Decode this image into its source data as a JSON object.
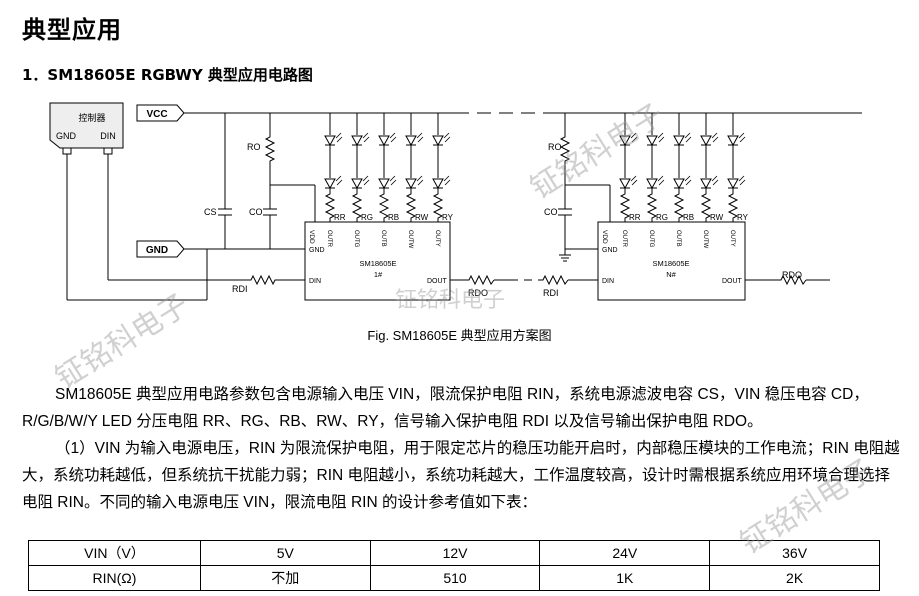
{
  "heading": "典型应用",
  "section_title": "1．SM18605E RGBWY 典型应用电路图",
  "schematic": {
    "controller": "控制器",
    "controller_gnd": "GND",
    "controller_din": "DIN",
    "vcc": "VCC",
    "gnd": "GND",
    "ic_1_name": "SM18605E",
    "ic_1_index": "1#",
    "ic_n_name": "SM18605E",
    "ic_n_index": "N#",
    "pin_vdd": "VDD",
    "pin_gnd": "GND",
    "pin_din": "DIN",
    "pin_dout": "DOUT",
    "pin_outs": [
      "OUTR",
      "OUTG",
      "OUTB",
      "OUTW",
      "OUTY"
    ],
    "r_labels": [
      "RR",
      "RG",
      "RB",
      "RW",
      "RY"
    ],
    "cs": "CS",
    "co": "CO",
    "ro": "RO",
    "rdi": "RDI",
    "rdo": "RDO"
  },
  "caption": "Fig. SM18605E 典型应用方案图",
  "para1": "SM18605E 典型应用电路参数包含电源输入电压 VIN，限流保护电阻 RIN，系统电源滤波电容 CS，VIN 稳压电容 CD，R/G/B/W/Y LED 分压电阻 RR、RG、RB、RW、RY，信号输入保护电阻 RDI 以及信号输出保护电阻 RDO。",
  "para2": "（1）VIN 为输入电源电压，RIN 为限流保护电阻，用于限定芯片的稳压功能开启时，内部稳压模块的工作电流；RIN 电阻越大，系统功耗越低，但系统抗干扰能力弱；RIN 电阻越小，系统功耗越大，工作温度较高，设计时需根据系统应用环境合理选择电阻 RIN。不同的输入电源电压 VIN，限流电阻 RIN 的设计参考值如下表：",
  "table": {
    "rows": [
      [
        "VIN（V）",
        "5V",
        "12V",
        "24V",
        "36V"
      ],
      [
        "RIN(Ω)",
        "不加",
        "510",
        "1K",
        "2K"
      ]
    ]
  },
  "watermarks": [
    "钲铭科电子",
    "钲铭科电子",
    "钲铭科电子",
    "钲铭科电子"
  ]
}
